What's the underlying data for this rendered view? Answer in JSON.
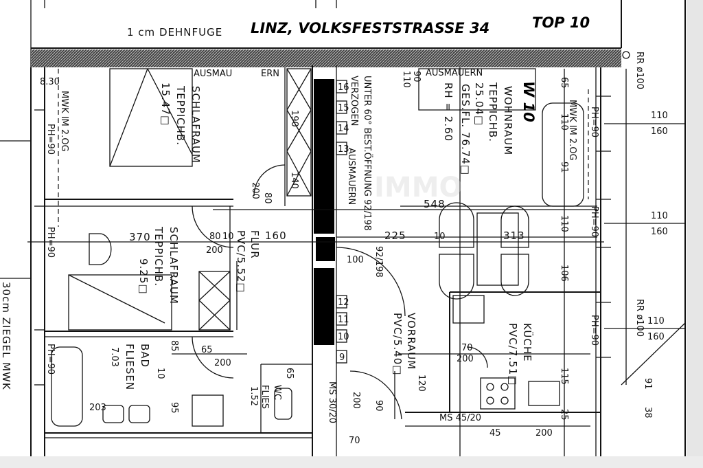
{
  "header": {
    "joint_label": "1 cm DEHNFUGE",
    "address": "LINZ, VOLKSFESTSTRASSE 34",
    "unit": "TOP 10"
  },
  "rooms": {
    "bedroom1": {
      "name": "SCHLAFRAUM",
      "floor": "TEPPICHB.",
      "area": "15.47□"
    },
    "living": {
      "name": "WOHNRAUM",
      "floor": "TEPPICHB.",
      "area": "25.04□",
      "total": "GES.FL. 76.74□",
      "height": "RH = 2.60",
      "code": "W 10"
    },
    "bedroom2": {
      "name": "SCHLAFRAUM",
      "floor": "TEPPICHB.",
      "area": "9.25□"
    },
    "hall": {
      "name": "FLUR",
      "floor": "PVC/5.52□"
    },
    "bath": {
      "name": "BAD",
      "floor": "FLIESEN",
      "area": "7.03"
    },
    "foyer": {
      "name": "VORRAUM",
      "floor": "PVC/5.40□"
    },
    "kitchen": {
      "name": "KÜCHE",
      "floor": "PVC/7.51□"
    },
    "wc": {
      "name": "WC",
      "floor": "FLIES",
      "area": "1.52"
    }
  },
  "notes": {
    "ausmauern": "AUSMAUERN",
    "ausmau": "AUSMAU",
    "ern": "ERN",
    "stair_note1": "UNTER 60° BEST.ÖFFNUNG 92/198",
    "stair_note2": "VERZOGEN",
    "mwk": "MWK IM 2.OG",
    "ph": "PH=90",
    "wall": "30cm ZIEGEL MWK",
    "ms1": "MS 45/20",
    "ms2": "MS 30/20",
    "rr": "RR ø100",
    "watermark": "IMMO"
  },
  "stairs": [
    "16",
    "15",
    "14",
    "13",
    "12",
    "11",
    "10",
    "9"
  ],
  "dimensions": [
    "8.30",
    "110",
    "90",
    "370",
    "80",
    "10",
    "160",
    "200",
    "225",
    "548",
    "313",
    "10",
    "100",
    "110",
    "160",
    "110",
    "160",
    "110",
    "160",
    "65",
    "200",
    "70",
    "200",
    "203",
    "45",
    "200",
    "70",
    "91",
    "38",
    "190",
    "140",
    "200",
    "80",
    "92/198",
    "106",
    "110",
    "65",
    "110",
    "91",
    "120",
    "115",
    "85",
    "10",
    "95",
    "65",
    "200",
    "90",
    "25"
  ]
}
